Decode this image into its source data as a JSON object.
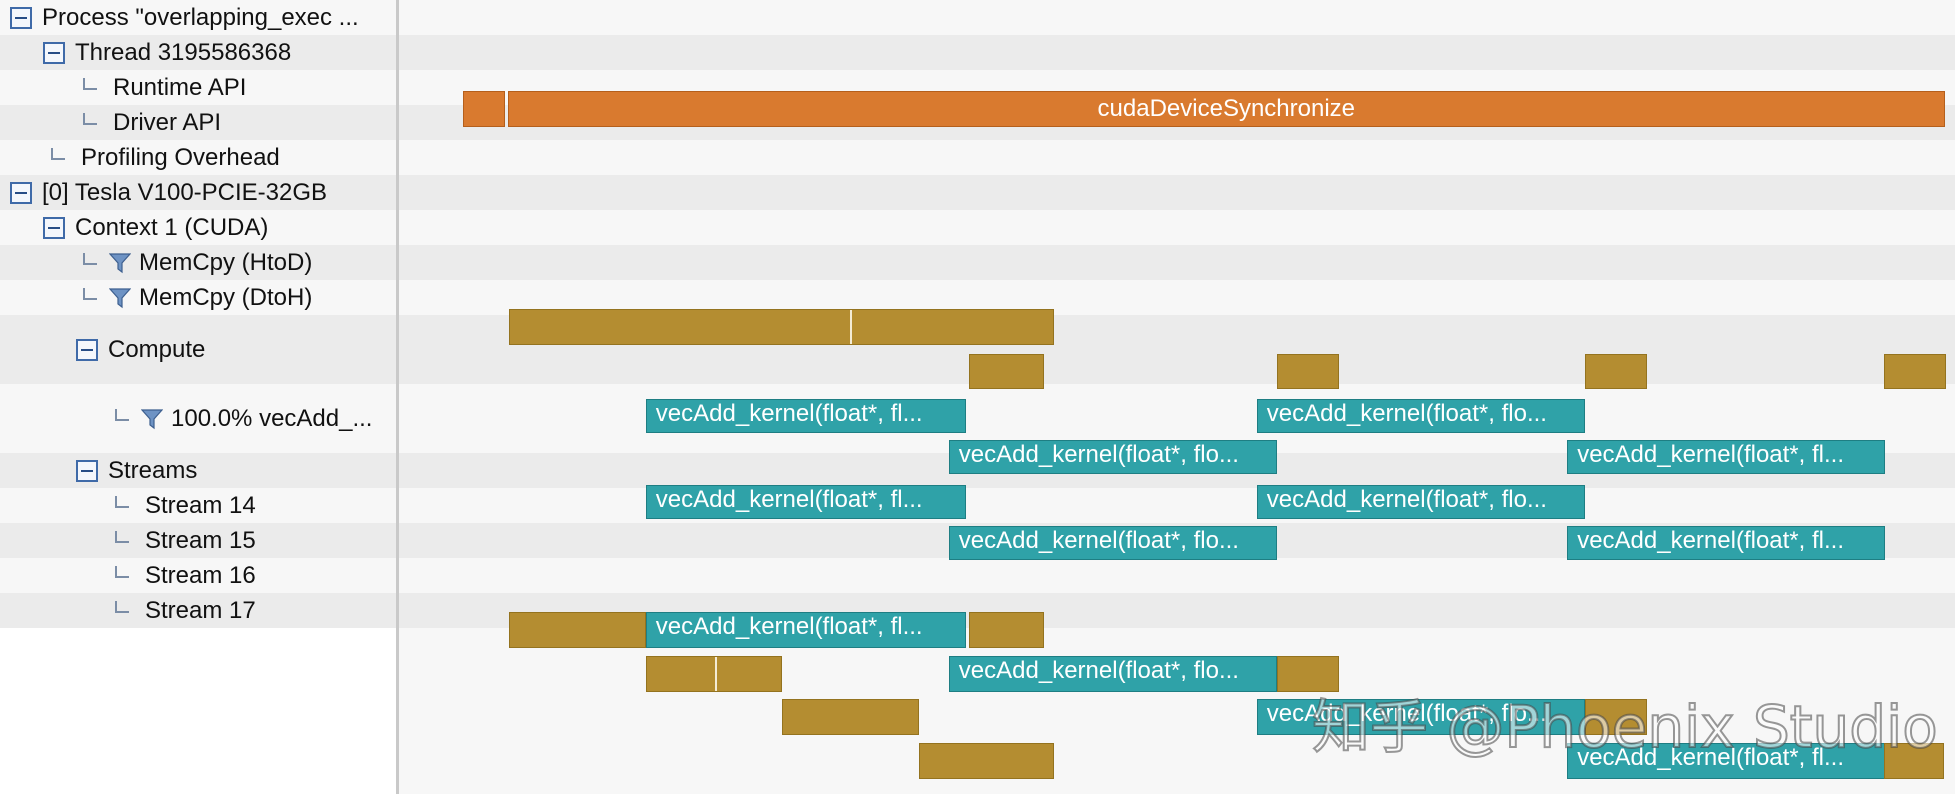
{
  "tree": [
    {
      "label": "Process \"overlapping_exec ...",
      "control": "collapse",
      "name": "tree-row-process"
    },
    {
      "label": "Thread 3195586368",
      "control": "collapse",
      "name": "tree-row-thread"
    },
    {
      "label": "Runtime API",
      "control": "leaf",
      "name": "tree-row-runtime-api"
    },
    {
      "label": "Driver API",
      "control": "leaf",
      "name": "tree-row-driver-api"
    },
    {
      "label": "Profiling Overhead",
      "control": "leaf",
      "name": "tree-row-profiling-overhead"
    },
    {
      "label": "[0] Tesla V100-PCIE-32GB",
      "control": "collapse",
      "name": "tree-row-device"
    },
    {
      "label": "Context 1 (CUDA)",
      "control": "collapse",
      "name": "tree-row-context"
    },
    {
      "label": "MemCpy (HtoD)",
      "control": "leaf-filter",
      "name": "tree-row-memcpy-htod"
    },
    {
      "label": "MemCpy (DtoH)",
      "control": "leaf-filter",
      "name": "tree-row-memcpy-dtoh"
    },
    {
      "label": "Compute",
      "control": "collapse",
      "name": "tree-row-compute"
    },
    {
      "label": "100.0% vecAdd_...",
      "control": "leaf-filter",
      "name": "tree-row-vecadd-kernel"
    },
    {
      "label": "Streams",
      "control": "collapse",
      "name": "tree-row-streams"
    },
    {
      "label": "Stream 14",
      "control": "leaf",
      "name": "tree-row-stream-14"
    },
    {
      "label": "Stream 15",
      "control": "leaf",
      "name": "tree-row-stream-15"
    },
    {
      "label": "Stream 16",
      "control": "leaf",
      "name": "tree-row-stream-16"
    },
    {
      "label": "Stream 17",
      "control": "leaf",
      "name": "tree-row-stream-17"
    }
  ],
  "timeline": {
    "api_call": "cudaDeviceSynchronize",
    "kernel_label_a": "vecAdd_kernel(float*, fl...",
    "kernel_label_b": "vecAdd_kernel(float*, flo..."
  },
  "watermark": "知乎 @Phoenix Studio",
  "colors": {
    "runtime_api": "#d97a2f",
    "memcpy": "#b48d31",
    "kernel": "#2fa2a8",
    "row_alt": "#ebebeb",
    "row_base": "#f7f7f7"
  }
}
